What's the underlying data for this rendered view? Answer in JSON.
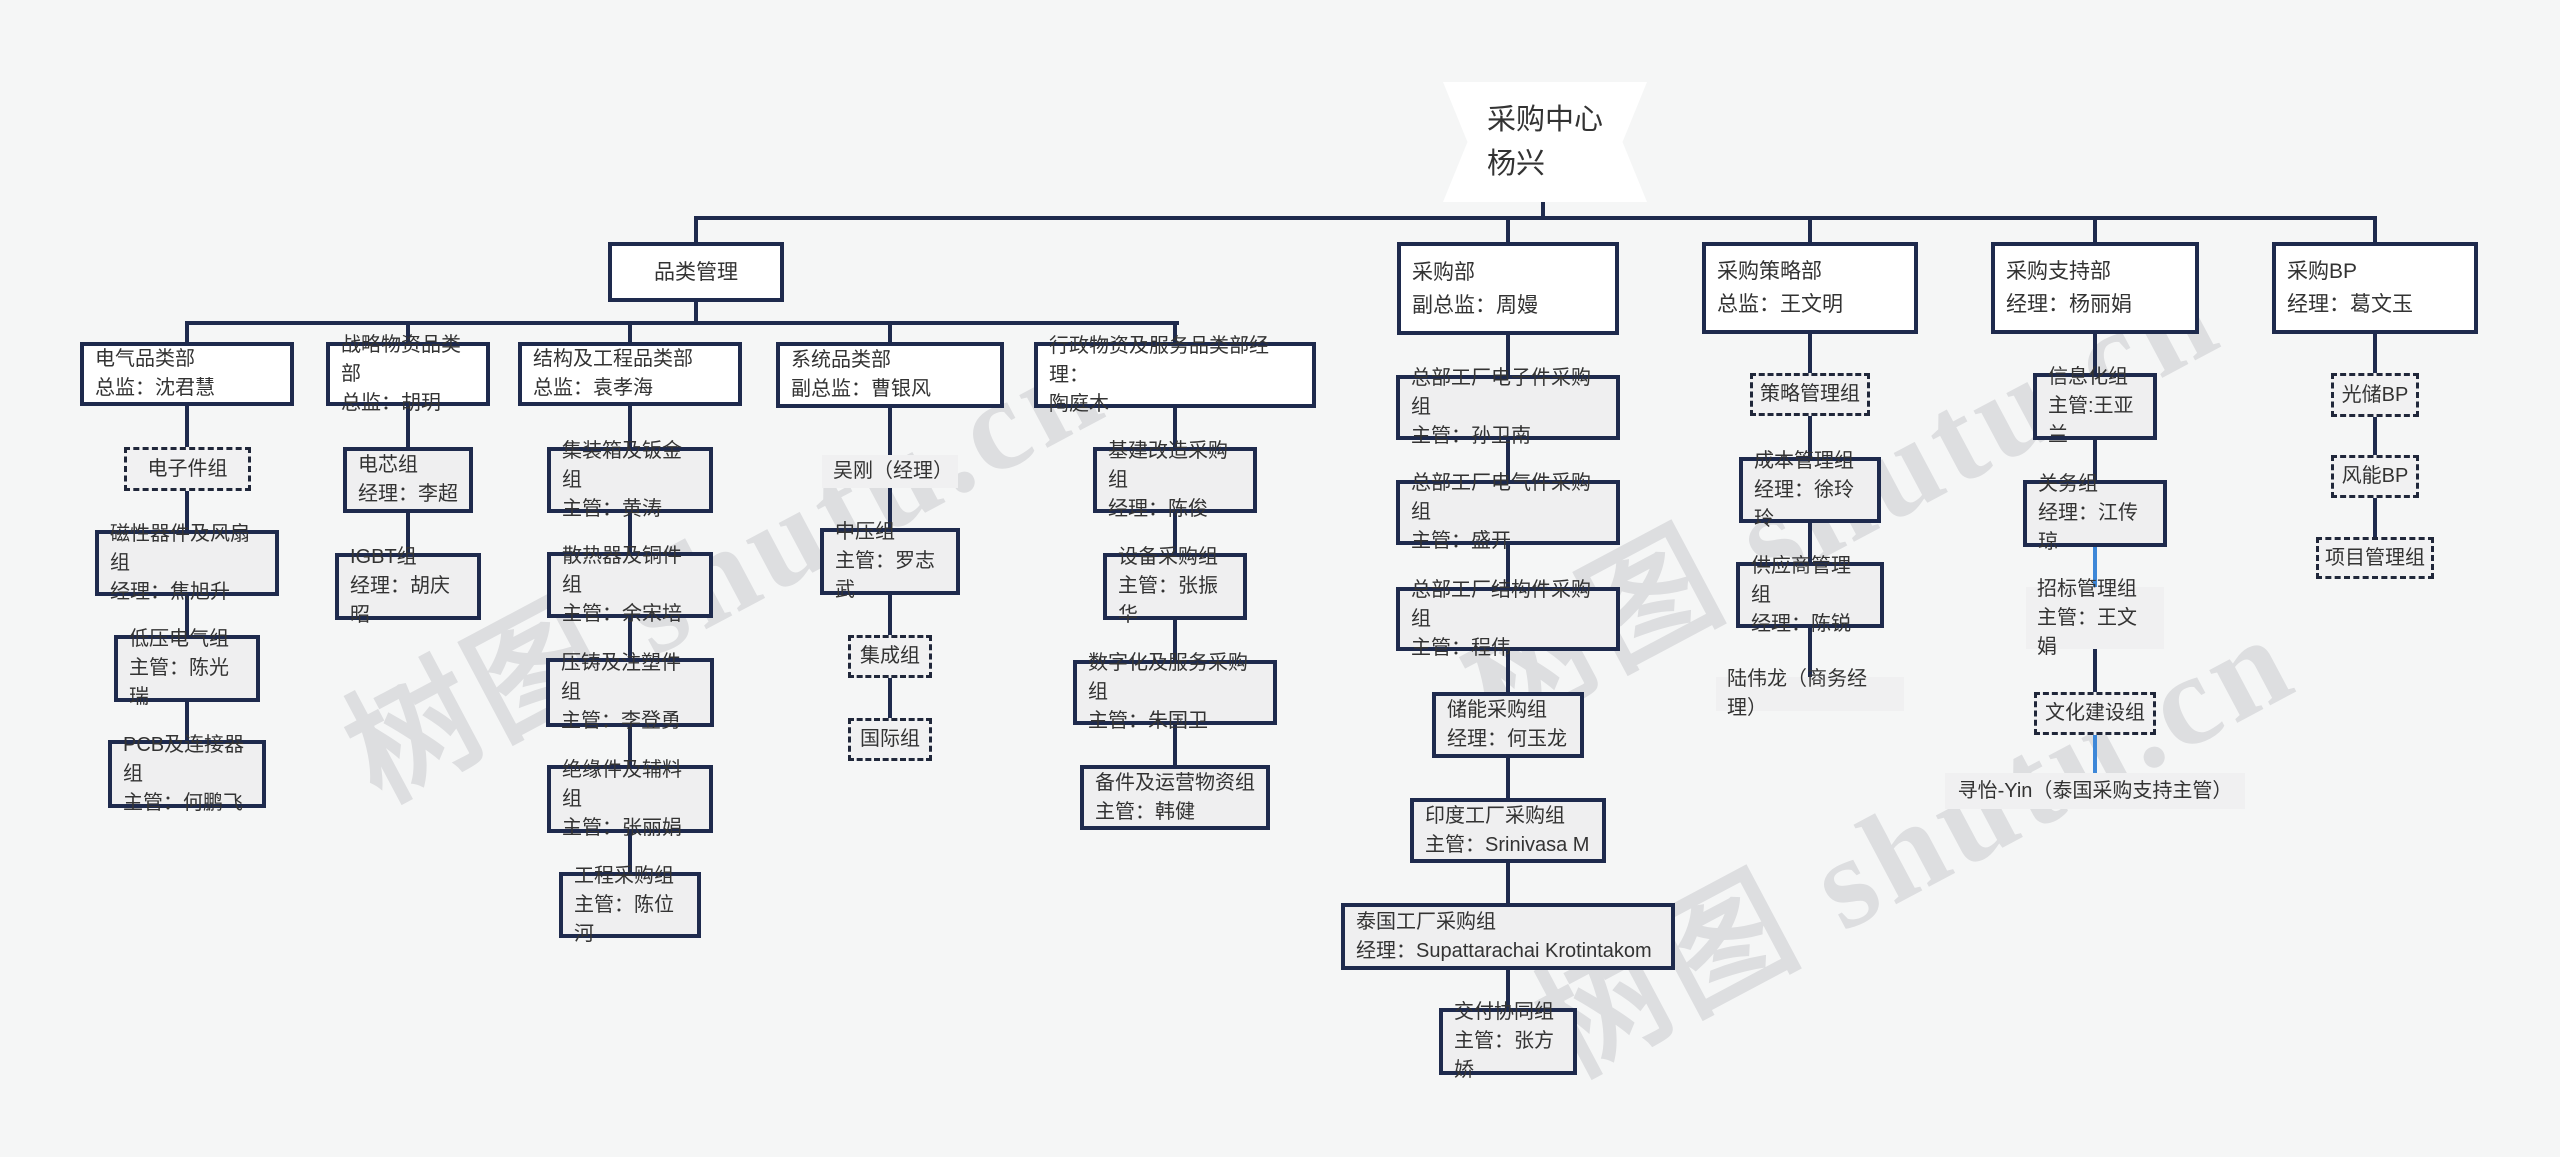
{
  "page": {
    "background": "#f5f6f6",
    "colors": {
      "line_navy": "#1e2a4d",
      "line_blue": "#3d87d8",
      "box_white": "#ffffff",
      "box_gray": "#efeff0",
      "text": "#333333"
    }
  },
  "watermark": {
    "text": "树图 shutu.cn"
  },
  "nodes": {
    "root": {
      "label": "采购中心\n杨兴"
    },
    "pinlei": {
      "label": "品类管理"
    },
    "caigoubu": {
      "label": "采购部\n副总监：周嫚"
    },
    "celue": {
      "label": "采购策略部\n总监：王文明"
    },
    "zhichi": {
      "label": "采购支持部\n经理：杨丽娟"
    },
    "bp": {
      "label": "采购BP\n经理：葛文玉"
    },
    "dianqi": {
      "label": "电气品类部\n总监：沈君慧"
    },
    "zhanlue": {
      "label": "战略物资品类部\n总监：胡玥"
    },
    "jiegou": {
      "label": "结构及工程品类部\n总监：袁孝海"
    },
    "xitong": {
      "label": "系统品类部\n副总监：曹银风"
    },
    "xingzheng": {
      "label": "行政物资及服务品类部经理：\n陶庭木"
    },
    "dianzijian": {
      "label": "电子件组"
    },
    "cixing": {
      "label": "磁性器件及风扇组\n经理：焦旭升"
    },
    "diya": {
      "label": "低压电气组\n主管：陈光瑞"
    },
    "pcb": {
      "label": "PCB及连接器组\n主管：何鹏飞"
    },
    "dianxin": {
      "label": "电芯组\n经理：李超"
    },
    "igbt": {
      "label": "IGBT组\n经理：胡庆昭"
    },
    "jizhuangxiang": {
      "label": "集装箱及钣金组\n主管：黄涛"
    },
    "sanreqi": {
      "label": "散热器及铜件组\n主管：余宋培"
    },
    "yazhu": {
      "label": "压铸及注塑件组\n主管：李登勇"
    },
    "jueyuan": {
      "label": "绝缘件及辅料组\n主管：张丽娟"
    },
    "gongcheng": {
      "label": "工程采购组\n主管：陈位河"
    },
    "wugang": {
      "label": "吴刚（经理）"
    },
    "zhongya": {
      "label": "中压组\n主管：罗志武"
    },
    "jicheng": {
      "label": "集成组"
    },
    "guoji": {
      "label": "国际组"
    },
    "jijian": {
      "label": "基建改造采购组\n经理：陈俊"
    },
    "shebei": {
      "label": "设备采购组\n主管：张振华"
    },
    "shuzihua": {
      "label": "数字化及服务采购组\n主管：朱国卫"
    },
    "beijian": {
      "label": "备件及运营物资组\n主管：韩健"
    },
    "dzj": {
      "label": "总部工厂电子件采购组\n主管：孙卫南"
    },
    "dqj": {
      "label": "总部工厂电气件采购组\n主管：盛开"
    },
    "jgj": {
      "label": "总部工厂结构件采购组\n主管：程伟"
    },
    "chuneng": {
      "label": "储能采购组\n经理：何玉龙"
    },
    "yindu": {
      "label": "印度工厂采购组\n主管：Srinivasa M"
    },
    "taiguo": {
      "label": "泰国工厂采购组\n经理：Supattarachai Krotintakom"
    },
    "jiaofu": {
      "label": "交付协同组\n主管：张方娇"
    },
    "celueguanli": {
      "label": "策略管理组"
    },
    "chengben": {
      "label": "成本管理组\n经理：徐玲玲"
    },
    "gongyingshang": {
      "label": "供应商管理组\n经理：陈锐"
    },
    "luweilong": {
      "label": "陆伟龙（商务经理）"
    },
    "xinxihua": {
      "label": "信息化组\n主管:王亚兰"
    },
    "guanwu": {
      "label": "关务组\n经理：江传琼"
    },
    "zhaobiao": {
      "label": "招标管理组\n主管：王文娟"
    },
    "wenhua": {
      "label": "文化建设组"
    },
    "xunyi": {
      "label": "寻怡-Yin（泰国采购支持主管）"
    },
    "guangchu": {
      "label": "光储BP"
    },
    "fengneng": {
      "label": "风能BP"
    },
    "xiangmu": {
      "label": "项目管理组"
    }
  }
}
